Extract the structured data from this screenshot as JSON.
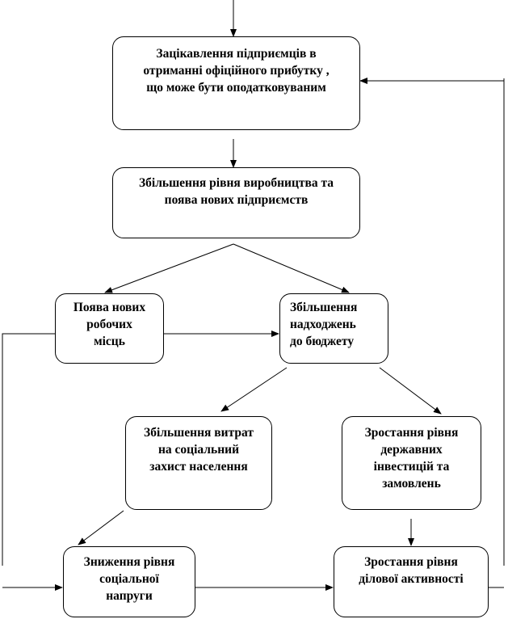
{
  "nodes": {
    "interest": "Зацікавлення підприємців в\nотриманні офіційного прибутку ,\nщо може бути оподатковуваним",
    "production": "Збільшення рівня  виробництва та\nпоява нових підприємств",
    "jobs": "Поява нових\nробочих\nмісць",
    "budget": "Збільшення\nнадходжень\nдо бюджету",
    "social_spending": "Збільшення витрат\nна соціальний\nзахист населення",
    "investment": "Зростання рівня\nдержавних\nінвестицій  та\nзамовлень",
    "tension": "Зниження рівня\nсоціальної\nнапруги",
    "business": "Зростання рівня\nділової активності"
  }
}
